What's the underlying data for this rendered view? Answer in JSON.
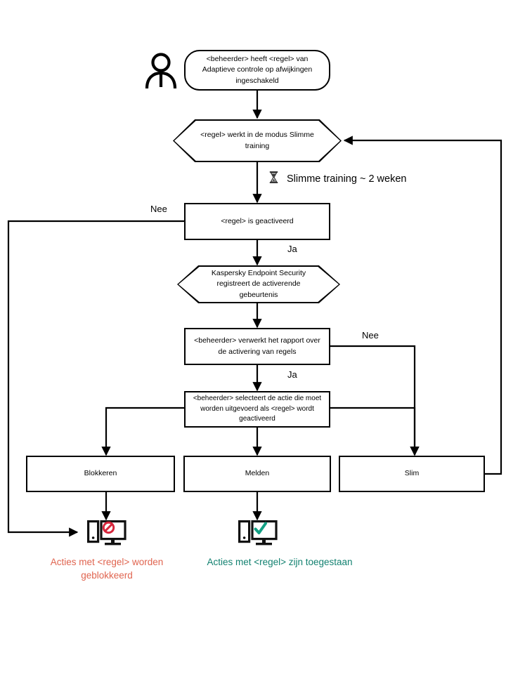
{
  "diagram": {
    "title": "Adaptieve controle op afwijkingen - Slimme training werkstroom",
    "language": "nl",
    "colors": {
      "stroke": "#000000",
      "background": "#ffffff",
      "blocked_text": "#e0644f",
      "allowed_text": "#128170",
      "prohibit_icon": "#d6263c",
      "check_icon": "#12a084"
    },
    "actor": {
      "icon": "person-icon",
      "label": ""
    },
    "nodes": [
      {
        "id": "start",
        "shape": "terminator",
        "text": "<beheerder> heeft <regel> van Adaptieve controle op afwijkingen ingeschakeld"
      },
      {
        "id": "smart-training-mode",
        "shape": "hexagon",
        "text": "<regel> werkt in de modus Slimme training"
      },
      {
        "id": "rule-triggered",
        "shape": "process",
        "text": "<regel> is geactiveerd"
      },
      {
        "id": "kes-records-event",
        "shape": "hexagon",
        "text": "Kaspersky Endpoint Security registreert de activerende gebeurtenis"
      },
      {
        "id": "admin-processes-report",
        "shape": "process",
        "text": "<beheerder> verwerkt het rapport over de activering van regels"
      },
      {
        "id": "admin-selects-action",
        "shape": "process",
        "text": "<beheerder> selecteert de actie die moet  worden uitgevoerd als <regel> wordt geactiveerd"
      },
      {
        "id": "action-block",
        "shape": "process",
        "text": "Blokkeren"
      },
      {
        "id": "action-notify",
        "shape": "process",
        "text": "Melden"
      },
      {
        "id": "action-smart",
        "shape": "process",
        "text": "Slim"
      }
    ],
    "edge_labels": [
      {
        "id": "rule-triggered-no",
        "text": "Nee"
      },
      {
        "id": "rule-triggered-yes",
        "text": "Ja"
      },
      {
        "id": "report-no",
        "text": "Nee"
      },
      {
        "id": "report-yes",
        "text": "Ja"
      }
    ],
    "annotation": {
      "icon": "hourglass-icon",
      "text": "Slimme training ~ 2 weken"
    },
    "outcomes": [
      {
        "id": "blocked",
        "icon": "computer-blocked-icon",
        "text": "Acties met <regel> worden geblokkeerd",
        "color": "#e0644f"
      },
      {
        "id": "allowed",
        "icon": "computer-allowed-icon",
        "text": "Acties met <regel> zijn toegestaan",
        "color": "#128170"
      }
    ]
  }
}
